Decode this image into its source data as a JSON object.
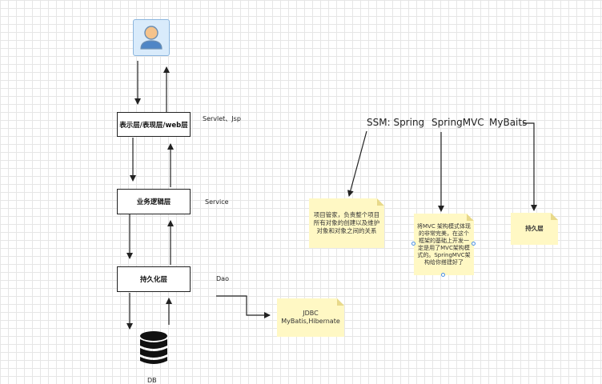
{
  "layers": {
    "presentation": "表示层/表现层/web层",
    "business": "业务逻辑层",
    "persistence": "持久化层"
  },
  "side_labels": {
    "presentation": "Servlet、Jsp",
    "business": "Service",
    "persistence": "Dao",
    "db": "DB"
  },
  "jdbc_note": {
    "line1": "JDBC",
    "line2": "MyBatis,Hibernate"
  },
  "ssm": {
    "spring": "SSM: Spring",
    "springmvc": "SpringMVC",
    "mybatis": "MyBaits"
  },
  "notes": {
    "spring": "项目管家，负责整个项目所有对象的创建以及维护对象和对象之间的关系",
    "springmvc": "将MVC 架构模式体现的非常完美，在这个框架的基础上开发一定是用了MVC架构模式的。SpringMVC架构给你搭建好了",
    "mybatis": "持久层"
  },
  "icons": {
    "user": "user-icon",
    "database": "database-icon"
  }
}
